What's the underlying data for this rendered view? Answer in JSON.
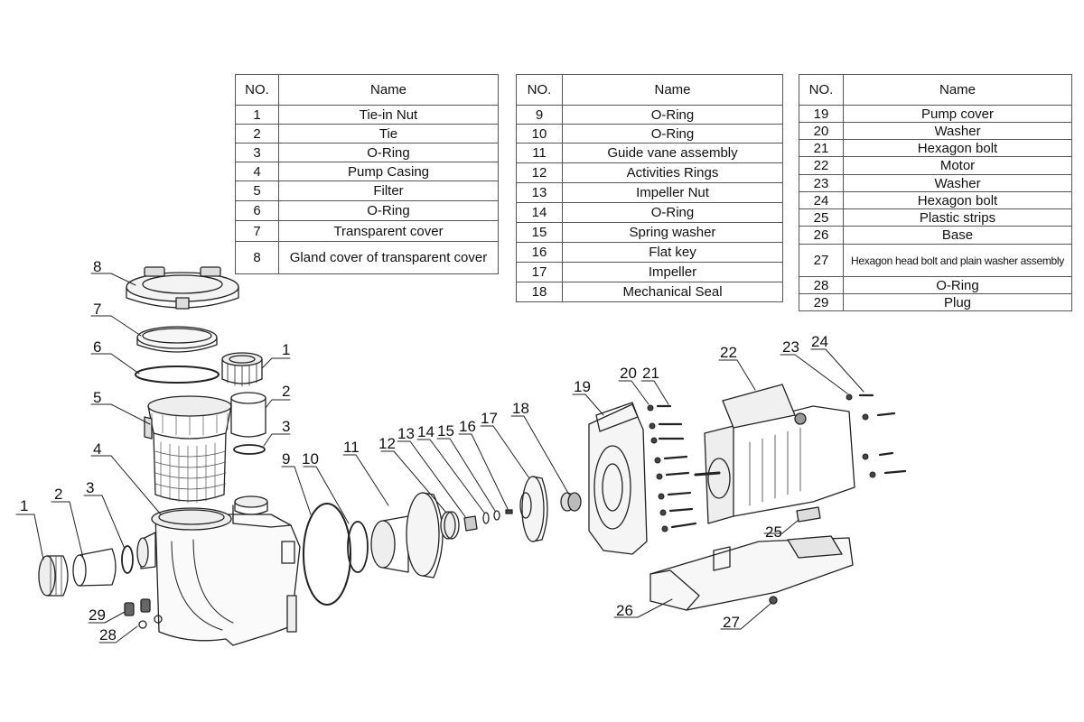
{
  "tables": [
    {
      "header": {
        "no": "NO.",
        "name": "Name"
      },
      "rows": [
        {
          "no": "1",
          "name": "Tie-in Nut"
        },
        {
          "no": "2",
          "name": "Tie"
        },
        {
          "no": "3",
          "name": "O-Ring"
        },
        {
          "no": "4",
          "name": "Pump Casing"
        },
        {
          "no": "5",
          "name": "Filter"
        },
        {
          "no": "6",
          "name": "O-Ring"
        },
        {
          "no": "7",
          "name": "Transparent cover"
        },
        {
          "no": "8",
          "name": "Gland cover of transparent cover"
        }
      ]
    },
    {
      "header": {
        "no": "NO.",
        "name": "Name"
      },
      "rows": [
        {
          "no": "9",
          "name": "O-Ring"
        },
        {
          "no": "10",
          "name": "O-Ring"
        },
        {
          "no": "11",
          "name": "Guide vane assembly"
        },
        {
          "no": "12",
          "name": "Activities Rings"
        },
        {
          "no": "13",
          "name": "Impeller Nut"
        },
        {
          "no": "14",
          "name": "O-Ring"
        },
        {
          "no": "15",
          "name": "Spring washer"
        },
        {
          "no": "16",
          "name": "Flat key"
        },
        {
          "no": "17",
          "name": "Impeller"
        },
        {
          "no": "18",
          "name": "Mechanical Seal"
        }
      ]
    },
    {
      "header": {
        "no": "NO.",
        "name": "Name"
      },
      "rows": [
        {
          "no": "19",
          "name": "Pump cover"
        },
        {
          "no": "20",
          "name": "Washer"
        },
        {
          "no": "21",
          "name": "Hexagon bolt"
        },
        {
          "no": "22",
          "name": "Motor"
        },
        {
          "no": "23",
          "name": "Washer"
        },
        {
          "no": "24",
          "name": "Hexagon bolt"
        },
        {
          "no": "25",
          "name": "Plastic strips"
        },
        {
          "no": "26",
          "name": "Base"
        },
        {
          "no": "27",
          "name": "Hexagon head bolt and plain washer assembly"
        },
        {
          "no": "28",
          "name": "O-Ring"
        },
        {
          "no": "29",
          "name": "Plug"
        }
      ]
    }
  ],
  "callouts": {
    "c1a": "1",
    "c1b": "1",
    "c2a": "2",
    "c2b": "2",
    "c3a": "3",
    "c3b": "3",
    "c4": "4",
    "c5": "5",
    "c6": "6",
    "c7": "7",
    "c8": "8",
    "c9": "9",
    "c10": "10",
    "c11": "11",
    "c12": "12",
    "c13": "13",
    "c14": "14",
    "c15": "15",
    "c16": "16",
    "c17": "17",
    "c18": "18",
    "c19": "19",
    "c20": "20",
    "c21": "21",
    "c22": "22",
    "c23": "23",
    "c24": "24",
    "c25": "25",
    "c26": "26",
    "c27": "27",
    "c28": "28",
    "c29": "29"
  }
}
